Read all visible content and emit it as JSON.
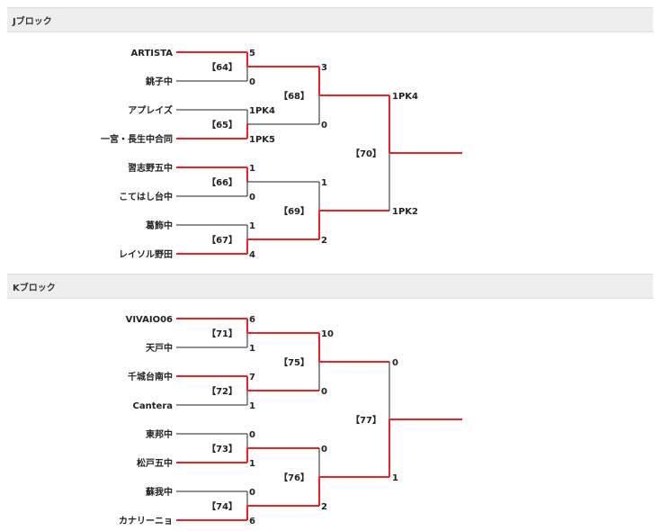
{
  "colors": {
    "win": "#e8212a",
    "line": "#222222",
    "header_bg": "#eeeeee"
  },
  "blocks": [
    {
      "title": "Jブロック",
      "teams": [
        "ARTISTA",
        "銚子中",
        "アプレイズ",
        "一宮・長生中合同",
        "習志野五中",
        "こてはし台中",
        "葛飾中",
        "レイソル野田"
      ],
      "r1_scores": [
        "5",
        "0",
        "1PK4",
        "1PK5",
        "1",
        "0",
        "1",
        "4"
      ],
      "r1_match": [
        "【64】",
        "【65】",
        "【66】",
        "【67】"
      ],
      "r2_scores": [
        "3",
        "0",
        "1",
        "2"
      ],
      "r2_match": [
        "【68】",
        "【69】"
      ],
      "r3_scores": [
        "1PK4",
        "1PK2"
      ],
      "final_match": "【70】"
    },
    {
      "title": "Kブロック",
      "teams": [
        "VIVAIO06",
        "天戸中",
        "千城台南中",
        "Cantera",
        "東邦中",
        "松戸五中",
        "蘇我中",
        "カナリーニョ"
      ],
      "r1_scores": [
        "6",
        "1",
        "7",
        "1",
        "0",
        "1",
        "0",
        "6"
      ],
      "r1_match": [
        "【71】",
        "【72】",
        "【73】",
        "【74】"
      ],
      "r2_scores": [
        "10",
        "0",
        "0",
        "2"
      ],
      "r2_match": [
        "【75】",
        "【76】"
      ],
      "r3_scores": [
        "0",
        "1"
      ],
      "final_match": "【77】"
    }
  ]
}
